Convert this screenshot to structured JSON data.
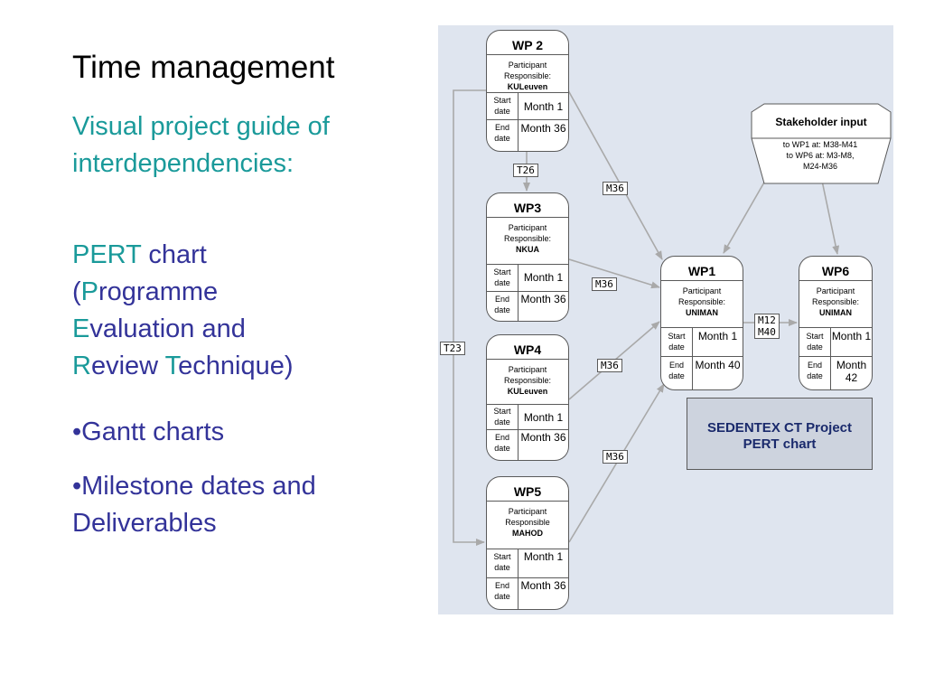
{
  "slide": {
    "title": "Time management",
    "subtitle": "Visual project guide of interdependencies:",
    "pert": {
      "p1_hl": "PERT",
      "p1_rest": " chart",
      "p2_pre": "(",
      "p2_hl": "P",
      "p2_rest": "rogramme",
      "p3_hl": "E",
      "p3_rest": "valuation and",
      "p4_hl": "R",
      "p4_mid": "eview ",
      "p4_hl2": "T",
      "p4_rest": "echnique)"
    },
    "bullets": [
      "•Gantt charts",
      "•Milestone dates and Deliverables"
    ]
  },
  "diagram": {
    "start_label": "Start date",
    "end_label": "End date",
    "packages": {
      "wp2": {
        "title": "WP 2",
        "responsible_label": "Participant Responsible:",
        "partner": "KULeuven",
        "start": "Month 1",
        "end": "Month 36"
      },
      "wp3": {
        "title": "WP3",
        "responsible_label": "Participant Responsible:",
        "partner": "NKUA",
        "start": "Month 1",
        "end": "Month 36"
      },
      "wp4": {
        "title": "WP4",
        "responsible_label": "Participant Responsible:",
        "partner": "KULeuven",
        "start": "Month 1",
        "end": "Month 36"
      },
      "wp5": {
        "title": "WP5",
        "responsible_label": "Participant Responsible",
        "partner": "MAHOD",
        "start": "Month 1",
        "end": "Month 36"
      },
      "wp1": {
        "title": "WP1",
        "responsible_label": "Participant Responsible:",
        "partner": "UNIMAN",
        "start": "Month 1",
        "end": "Month 40"
      },
      "wp6": {
        "title": "WP6",
        "responsible_label": "Participant Responsible:",
        "partner": "UNIMAN",
        "start": "Month 1",
        "end": "Month 42"
      }
    },
    "tags": {
      "t26": "T26",
      "t23": "T23",
      "m36_a": "M36",
      "m36_b": "M36",
      "m36_c": "M36",
      "m36_d": "M36",
      "m12": "M12",
      "m40": "M40"
    },
    "stakeholder": {
      "title": "Stakeholder input",
      "line1": "to WP1 at: M38-M41",
      "line2": "to WP6 at: M3-M8,",
      "line3": "M24-M36"
    },
    "caption": "SEDENTEX CT Project PERT chart",
    "colors": {
      "background": "#dfe5ef",
      "caption_bg": "#cdd3de",
      "caption_text": "#1a2a6c",
      "arrow": "#a9a9a9",
      "title_teal": "#1a9a9a",
      "text_navy": "#333399"
    }
  }
}
